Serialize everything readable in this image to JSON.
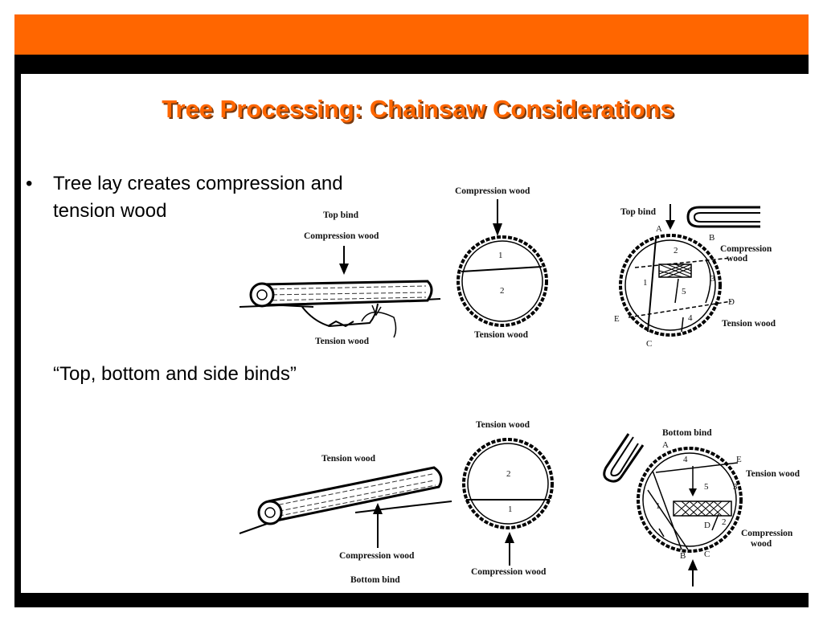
{
  "slide": {
    "title": "Tree Processing:  Chainsaw Considerations",
    "bullet_symbol": "•",
    "bullet_text": "Tree lay creates compression and tension wood",
    "subtext": "“Top, bottom and side binds”"
  },
  "colors": {
    "accent": "#ff6600",
    "bar": "#000000"
  },
  "diagrams": {
    "top_log": {
      "top_label": "Top bind",
      "top_sub": "Compression wood",
      "bottom_label": "Tension wood"
    },
    "top_cross": {
      "top_label": "Compression wood",
      "bottom_label": "Tension wood",
      "n1": "1",
      "n2": "2"
    },
    "top_cut": {
      "top_label": "Top bind",
      "right_label_1": "Compression",
      "right_label_2": "wood",
      "bottom_label": "Tension wood",
      "A": "A",
      "B": "B",
      "C": "C",
      "D": "D",
      "E": "E",
      "n1": "1",
      "n2": "2",
      "n3": "3",
      "n4": "4",
      "n5": "5"
    },
    "bottom_log": {
      "top_label": "Tension wood",
      "bottom_label": "Compression wood",
      "bottom_sub": "Bottom bind"
    },
    "bottom_cross": {
      "top_label": "Tension wood",
      "bottom_label": "Compression wood",
      "n1": "1",
      "n2": "2"
    },
    "bottom_cut": {
      "top_label": "Bottom bind",
      "right_label": "Tension wood",
      "right_label_2_1": "Compression",
      "right_label_2_2": "wood",
      "A": "A",
      "B": "B",
      "C": "C",
      "D": "D",
      "E": "E",
      "n1": "1",
      "n2": "2",
      "n3": "3",
      "n4": "4",
      "n5": "5"
    }
  }
}
